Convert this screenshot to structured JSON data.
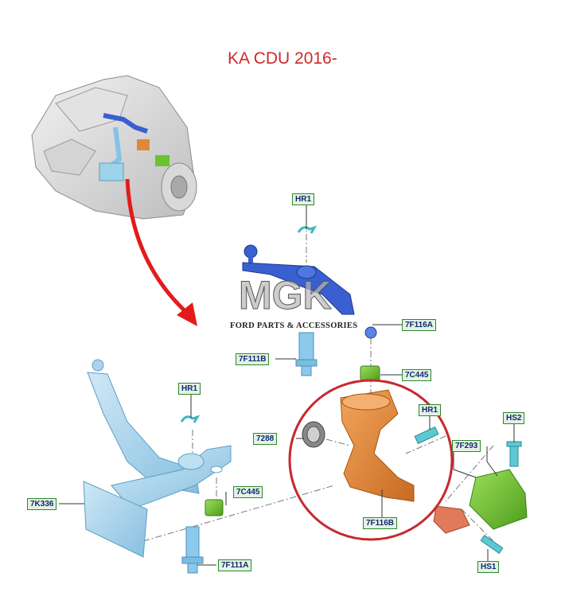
{
  "title": "KA CDU 2016-",
  "watermark": {
    "logo_text": "MGK",
    "brand_text": "FORD PARTS & ACCESSORIES"
  },
  "parts": [
    {
      "code": "HR1"
    },
    {
      "code": "7F116A"
    },
    {
      "code": "7F111B"
    },
    {
      "code": "7C445"
    },
    {
      "code": "HR1"
    },
    {
      "code": "HR1"
    },
    {
      "code": "7288"
    },
    {
      "code": "7F293"
    },
    {
      "code": "HS2"
    },
    {
      "code": "7C445"
    },
    {
      "code": "7K336"
    },
    {
      "code": "7F116B"
    },
    {
      "code": "7F111A"
    },
    {
      "code": "HS1"
    }
  ],
  "colors": {
    "title": "#cc2a2a",
    "label_border": "#2b8a2b",
    "label_fill": "#e4f1e4",
    "highlight_circle": "#c8282e",
    "arrow": "#e31b1b",
    "blue_part": "#3a5fd0",
    "light_blue_part": "#a9d4ec",
    "orange_part": "#e0883a",
    "green_part": "#6cc230",
    "salmon_part": "#e07a5a"
  }
}
